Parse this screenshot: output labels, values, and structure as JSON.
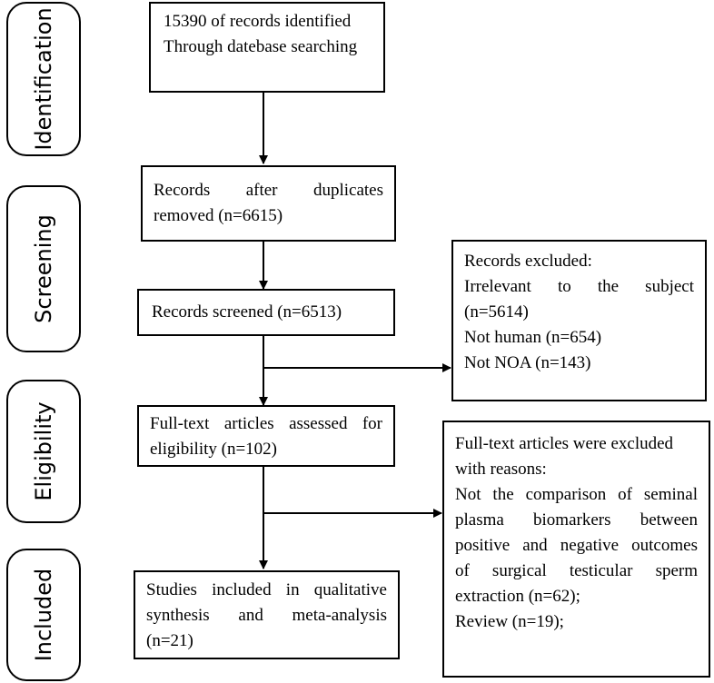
{
  "phases": {
    "identification": "Identification",
    "screening": "Screening",
    "eligibility": "Eligibility",
    "included": "Included"
  },
  "identification": {
    "line1": "15390 of records identified",
    "line2": "Through datebase searching"
  },
  "duplicates": {
    "line1_words": [
      "Records",
      "after",
      "duplicates"
    ],
    "line2": "removed (n=6615)"
  },
  "screened": {
    "line1": "Records screened (n=6513)"
  },
  "excluded_records": {
    "title": "Records excluded:",
    "line2_words": [
      "Irrelevant",
      "to",
      "the",
      "subject"
    ],
    "line3": "(n=5614)",
    "line4": "Not human (n=654)",
    "line5": "Not NOA (n=143)"
  },
  "fulltext": {
    "line1_words": [
      "Full-text",
      "articles",
      "assessed",
      "for"
    ],
    "line2": "eligibility (n=102)"
  },
  "excluded_fulltext": {
    "line1": "Full-text articles were excluded",
    "line2": "with reasons:",
    "line3_words": [
      "Not",
      "the",
      "comparison",
      "of",
      "seminal"
    ],
    "line4_words": [
      "plasma",
      "biomarkers",
      "between"
    ],
    "line5_words": [
      "positive",
      "and",
      "negative",
      "outcomes"
    ],
    "line6_words": [
      "of",
      "surgical",
      "testicular",
      "sperm"
    ],
    "line7": "extraction (n=62);",
    "line8": "Review (n=19);"
  },
  "included": {
    "line1_words": [
      "Studies",
      "included",
      "in",
      "qualitative"
    ],
    "line2_words": [
      "synthesis",
      "and",
      "meta-analysis"
    ],
    "line3": "(n=21)"
  }
}
